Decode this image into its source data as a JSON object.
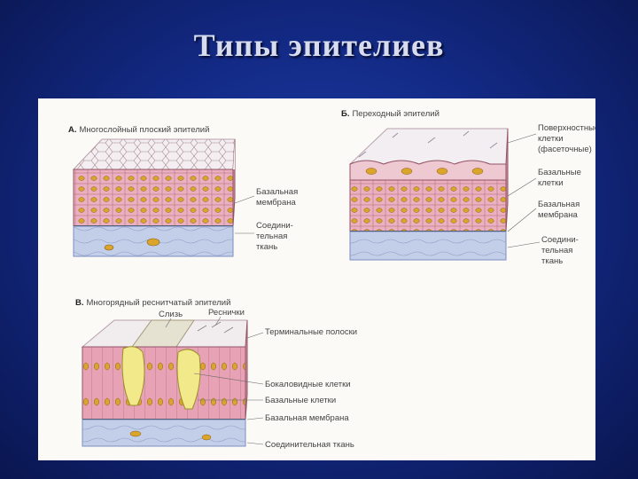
{
  "title": "Типы эпителиев",
  "panels": {
    "a": {
      "letter": "А.",
      "name": "Многослойный плоский эпителий",
      "labels": [
        "Базальная",
        "мембрана",
        "Соедини-",
        "тельная",
        "ткань"
      ]
    },
    "b": {
      "letter": "Б.",
      "name": "Переходный эпителий",
      "labels": [
        "Поверхностные",
        "клетки",
        "(фасеточные)",
        "Базальные",
        "клетки",
        "Базальная",
        "мембрана",
        "Соедини-",
        "тельная",
        "ткань"
      ]
    },
    "c": {
      "letter": "В.",
      "name": "Многорядный реснитчатый эпителий",
      "labels": [
        "Слизь",
        "Реснички",
        "Терминальные полоски",
        "Бокаловидные клетки",
        "Базальные клетки",
        "Базальная мембрана",
        "Соединительная ткань"
      ]
    }
  },
  "colors": {
    "background": "#132a86",
    "title": "#d7dcef",
    "cell_pink": "#e9a7b6",
    "nucleus": "#d9a62b",
    "connective_blue": "#b9c6e4",
    "goblet_yellow": "#f2ea8a"
  }
}
